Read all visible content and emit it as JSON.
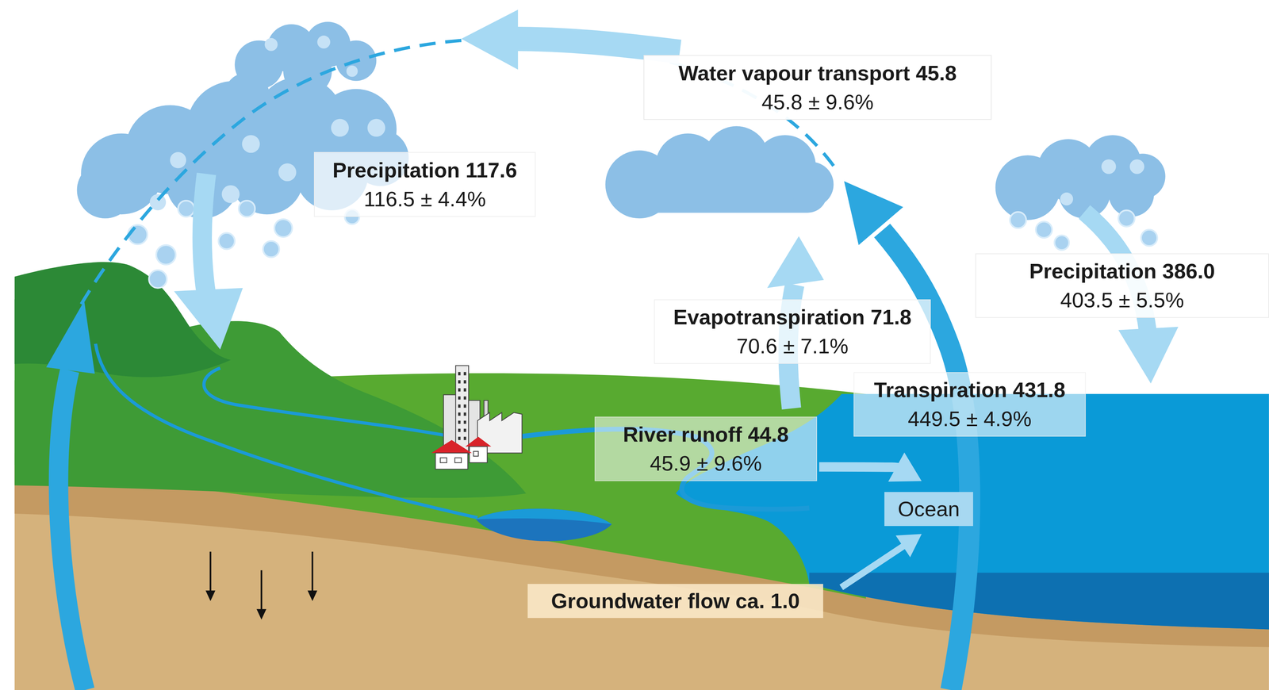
{
  "diagram": {
    "nodes": [
      {
        "text": [
          "Water vapour transport 45.8",
          "45.8 ± 9.6%"
        ]
      },
      {
        "text": [
          "Precipitation 117.6",
          "116.5 ± 4.4%"
        ]
      },
      {
        "text": [
          "Precipitation 386.0",
          "403.5 ± 5.5%"
        ]
      },
      {
        "text": [
          "Evapotranspiration 71.8",
          "70.6 ± 7.1%"
        ]
      },
      {
        "text": [
          "Transpiration 431.8",
          "449.5 ± 4.9%"
        ]
      },
      {
        "text": [
          "River runoff 44.8",
          "45.9 ± 9.6%"
        ]
      },
      {
        "text": [
          "Ocean"
        ]
      },
      {
        "text": [
          "Groundwater flow ca. 1.0"
        ]
      }
    ],
    "edges": [
      {
        "from": 5,
        "to": 6,
        "arrow": "to"
      },
      {
        "from": 7,
        "to": 6,
        "arrow": "to"
      }
    ]
  }
}
